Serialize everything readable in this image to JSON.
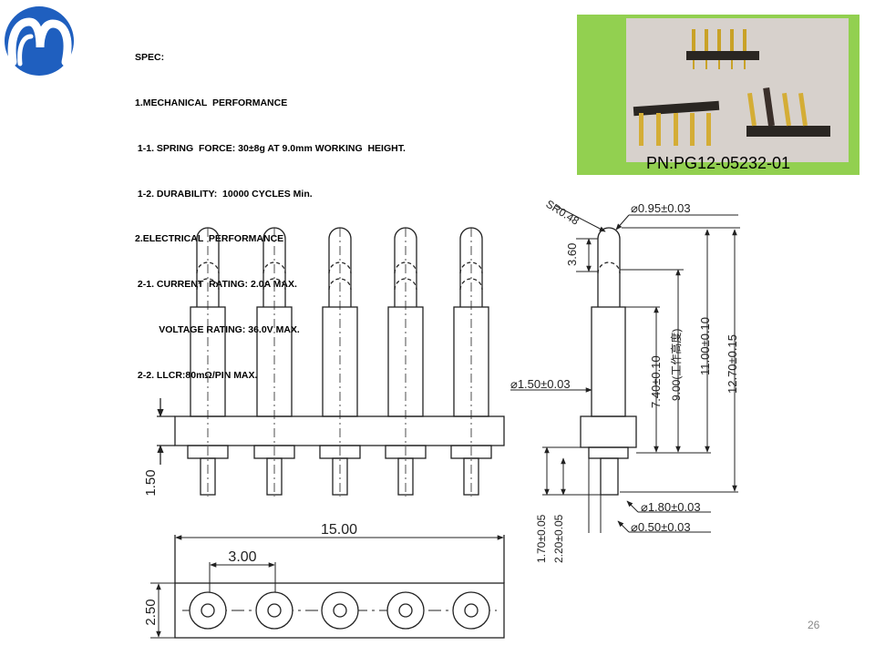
{
  "spec": {
    "lines": [
      "SPEC:",
      "1.MECHANICAL  PERFORMANCE",
      " 1-1. SPRING  FORCE: 30±8g AT 9.0mm WORKING  HEIGHT.",
      " 1-2. DURABILITY:  10000 CYCLES Min.",
      "2.ELECTRICAL  PERFORMANCE",
      " 2-1. CURRENT  RATING: 2.0A MAX.",
      "         VOLTAGE RATING: 36.0V MAX.",
      " 2-2. LLCR:80mΩ/PIN MAX."
    ]
  },
  "photo": {
    "part_number": "PN:PG12-05232-01"
  },
  "dimensions": {
    "radius_tip": "SR0.48",
    "tip_diameter": "⌀0.95±0.03",
    "tip_stroke": "3.60",
    "height_total": "12.70±0.15",
    "height_11": "11.00±0.10",
    "working_height": "9.00(工作高度)",
    "height_7_4": "7.40±0.10",
    "barrel_diameter": "⌀1.50±0.03",
    "collar_diameter": "⌀1.80±0.03",
    "tail_diameter": "⌀0.50±0.03",
    "tail_len_1": "1.70±0.05",
    "tail_len_2": "2.20±0.05",
    "front_1_50": "1.50",
    "total_length": "15.00",
    "pitch": "3.00",
    "depth": "2.50"
  },
  "page_number": "26",
  "colors": {
    "logo_blue": "#1f5fbf",
    "photo_green": "#92d050"
  }
}
